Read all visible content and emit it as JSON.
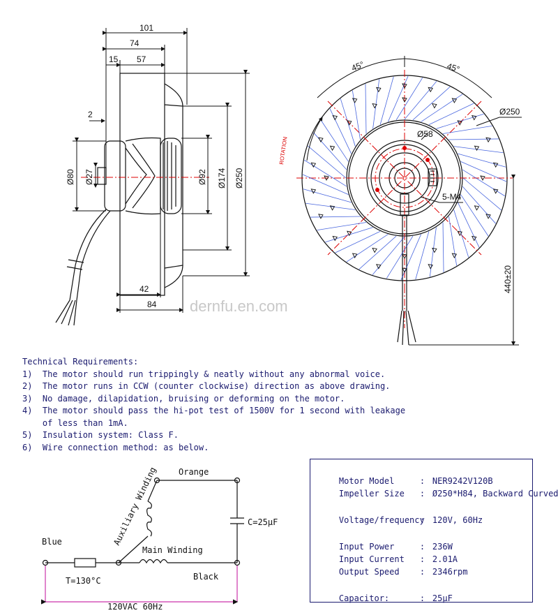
{
  "dimensions": {
    "d101": "101",
    "d74": "74",
    "d15": "15",
    "d57": "57",
    "d2": "2",
    "d80": "Ø80",
    "d27": "Ø27",
    "d92": "Ø92",
    "d174": "Ø174",
    "d250a": "Ø250",
    "d42": "42",
    "d84": "84",
    "a45l": "45°",
    "a45r": "45°",
    "d250b": "Ø250",
    "d58": "Ø58",
    "m4": "5-M4",
    "wire": "440±20",
    "rot": "ROTATION"
  },
  "watermark": "dernfu.en.com",
  "tech": {
    "title": "Technical Requirements:",
    "items": [
      "1)  The motor should run trippingly & neatly without any abnormal voice.",
      "2)  The motor runs in CCW (counter clockwise) direction as above drawing.",
      "3)  No damage, dilapidation, bruising or deforming on the motor.",
      "4)  The motor should pass the hi-pot test of 1500V for 1 second with leakage",
      "    of less than 1mA.",
      "5)  Insulation system: Class F.",
      "6)  Wire connection method: as below."
    ]
  },
  "wiring": {
    "orange": "Orange",
    "aux": "Auxiliary Winding",
    "cap": "C=25μF",
    "blue": "Blue",
    "main": "Main Winding",
    "thermal": "T=130°C",
    "black": "Black",
    "supply": "120VAC  60Hz"
  },
  "spec": [
    {
      "key": "Motor Model",
      "value": "NER9242V120B"
    },
    {
      "key": "Impeller Size",
      "value": "Ø250*H84, Backward Curved"
    },
    {
      "key": "Voltage/frequency",
      "value": "120V, 60Hz"
    },
    {
      "key": "Input Power",
      "value": "236W"
    },
    {
      "key": "Input Current",
      "value": "2.01A"
    },
    {
      "key": "Output Speed",
      "value": "2346rpm"
    },
    {
      "key": "Capacitor:",
      "value": "25μF"
    }
  ],
  "colors": {
    "ink": "#1a1a6e",
    "center": "#d00000",
    "blade": "#1a3fd6",
    "supply": "#cc33aa"
  }
}
